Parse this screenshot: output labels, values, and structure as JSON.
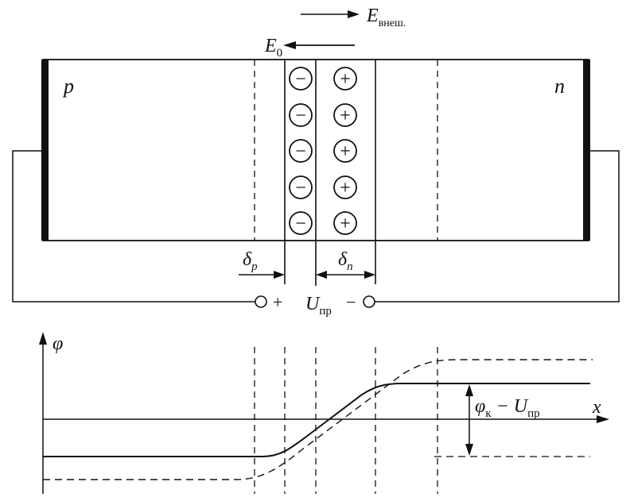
{
  "labels": {
    "p_region": "p",
    "n_region": "n",
    "e_ext": "E",
    "e_ext_sub": "внеш.",
    "e0": "E",
    "e0_sub": "0",
    "delta_p": "δ",
    "delta_p_sub": "p",
    "delta_n": "δ",
    "delta_n_sub": "n",
    "plus_terminal": "+",
    "minus_terminal": "−",
    "voltage": "U",
    "voltage_sub": "пр",
    "phi_axis": "φ",
    "x_axis": "x",
    "barrier_phi": "φ",
    "barrier_phi_sub": "к",
    "barrier_minus": " − U",
    "barrier_U_sub": "пр"
  },
  "charges": {
    "negative_symbol": "−",
    "positive_symbol": "+",
    "rows": 5
  }
}
